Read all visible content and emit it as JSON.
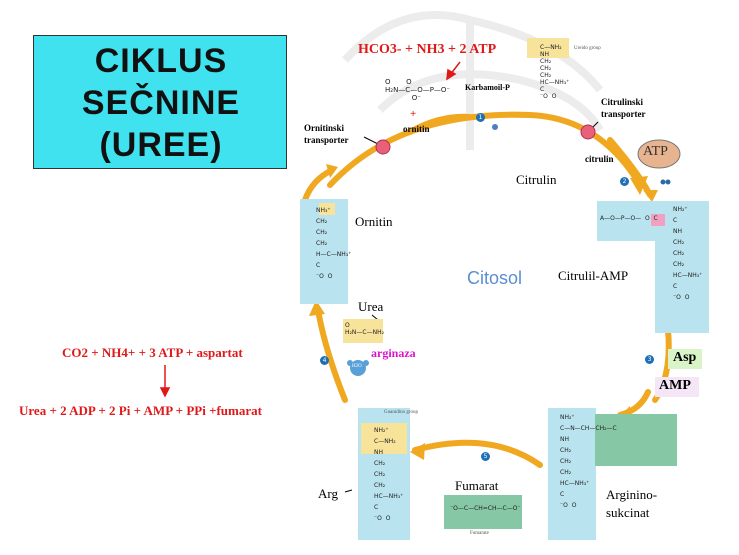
{
  "title": {
    "line1": "CIKLUS",
    "line2": "SEČNINE",
    "line3": "(UREE)"
  },
  "reactants": "HCO3- + NH3 + 2 ATP",
  "karbamoil": "Karbamoil-P",
  "ornitin_small": "ornitin",
  "ornitinski": [
    "Ornitinski",
    "transporter"
  ],
  "citrulinski": [
    "Citrulinski",
    "transporter"
  ],
  "citrulin_small": "citrulin",
  "citrulin": "Citrulin",
  "atp": "ATP",
  "ornitin": "Ornitin",
  "citosol": "Citosol",
  "citrulil_amp": "Citrulil-AMP",
  "urea": "Urea",
  "arginaza": "arginaza",
  "asp": "Asp",
  "amp": "AMP",
  "eq1": "CO2 + NH4+ + 3 ATP + aspartat",
  "eq2": "Urea + 2 ADP + 2 Pi + AMP + PPi +fumarat",
  "fumarat": "Fumarat",
  "arg": "Arg",
  "argininosukcinat": [
    "Arginino-",
    "sukcinat"
  ],
  "small_labels": {
    "ureido": "Ureido group",
    "guanidino": "Guanidino group",
    "fumarate": "Fumarate",
    "h2o": "H2O"
  },
  "steps": [
    "1",
    "2",
    "3",
    "4",
    "5"
  ],
  "colors": {
    "title_bg": "#3fe2ee",
    "arrow": "#f0a820",
    "red_text": "#e01818",
    "panel_blue": "#b9e3ef",
    "panel_yellow": "#f7e39a",
    "panel_green": "#86c7a6",
    "citosol": "#5b8fd0",
    "arginaza": "#d814c8"
  }
}
